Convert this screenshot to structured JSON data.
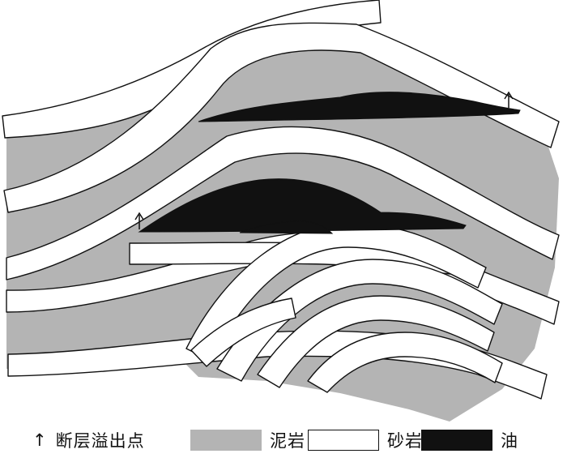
{
  "colors": {
    "mudstone": "#b4b4b4",
    "sandstone": "#ffffff",
    "oil": "#111111",
    "line": "#111111"
  },
  "legend": {
    "fault_spill_point": {
      "symbol": "↑",
      "label": "断层溢出点"
    },
    "mudstone": {
      "label": "泥岩"
    },
    "sandstone": {
      "label": "砂岩"
    },
    "oil": {
      "label": "油"
    }
  }
}
